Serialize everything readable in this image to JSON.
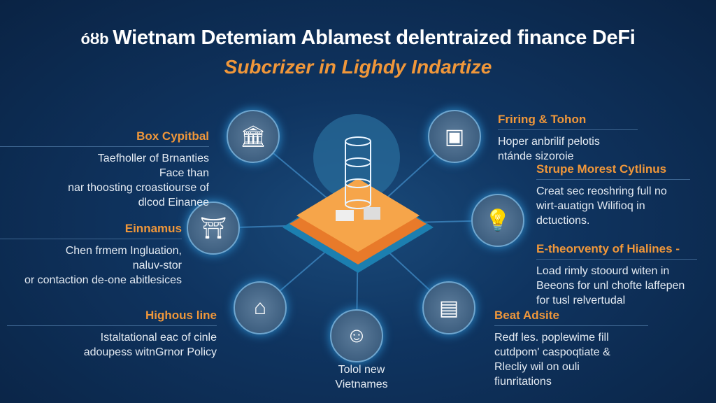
{
  "header": {
    "logo_text": "óȣb",
    "title": "Wietnam Detemiam Ablamest delentraized finance DeFi",
    "subtitle": "Subcrizer  in Lighdy Indartize"
  },
  "colors": {
    "accent": "#f0973a",
    "background": "#0f3460"
  },
  "blocks": [
    {
      "title": "Box Cypitbal",
      "lines": [
        "Taefholler of Brnanties",
        "Face than",
        "nar thoosting croastiourse of",
        "dlcod Einanee"
      ]
    },
    {
      "title": "Einnamus",
      "lines": [
        "Chen frmem Ingluation,",
        "naluv-stor",
        "or contaction de-one abitlesices"
      ]
    },
    {
      "title": "Highous line",
      "lines": [
        "Istaltational eac of cinle",
        "adoupess witnGrnor Policy"
      ]
    },
    {
      "title": "Friring & Tohon",
      "lines": [
        "Hoper anbrilif pelotis",
        "ntánde sizoroie"
      ]
    },
    {
      "title": "Strupe Morest Cytlinus",
      "lines": [
        "Creat sec reoshring full no",
        "wirt-auatign Wilifioq in",
        "dctuctions."
      ]
    },
    {
      "title": "E-theorventy of Hialines -",
      "lines": [
        "Load rimly stoourd witen in",
        "Beeons for unl chofte laffepen",
        "for tusl relvertudal"
      ]
    },
    {
      "title": "Beat Adsite",
      "lines": [
        "Redf les. poplewime fill",
        "cutdpom' caspoqtiate &",
        "Rlecliy wil on ouli",
        "fiunritations"
      ]
    },
    {
      "title": "",
      "lines": [
        "Tolol new",
        "Vietnames"
      ]
    }
  ],
  "icons": [
    "bank-icon",
    "temple-icon",
    "house-icon",
    "people-icon",
    "document-icon",
    "lightbulb-icon",
    "cart-icon"
  ]
}
